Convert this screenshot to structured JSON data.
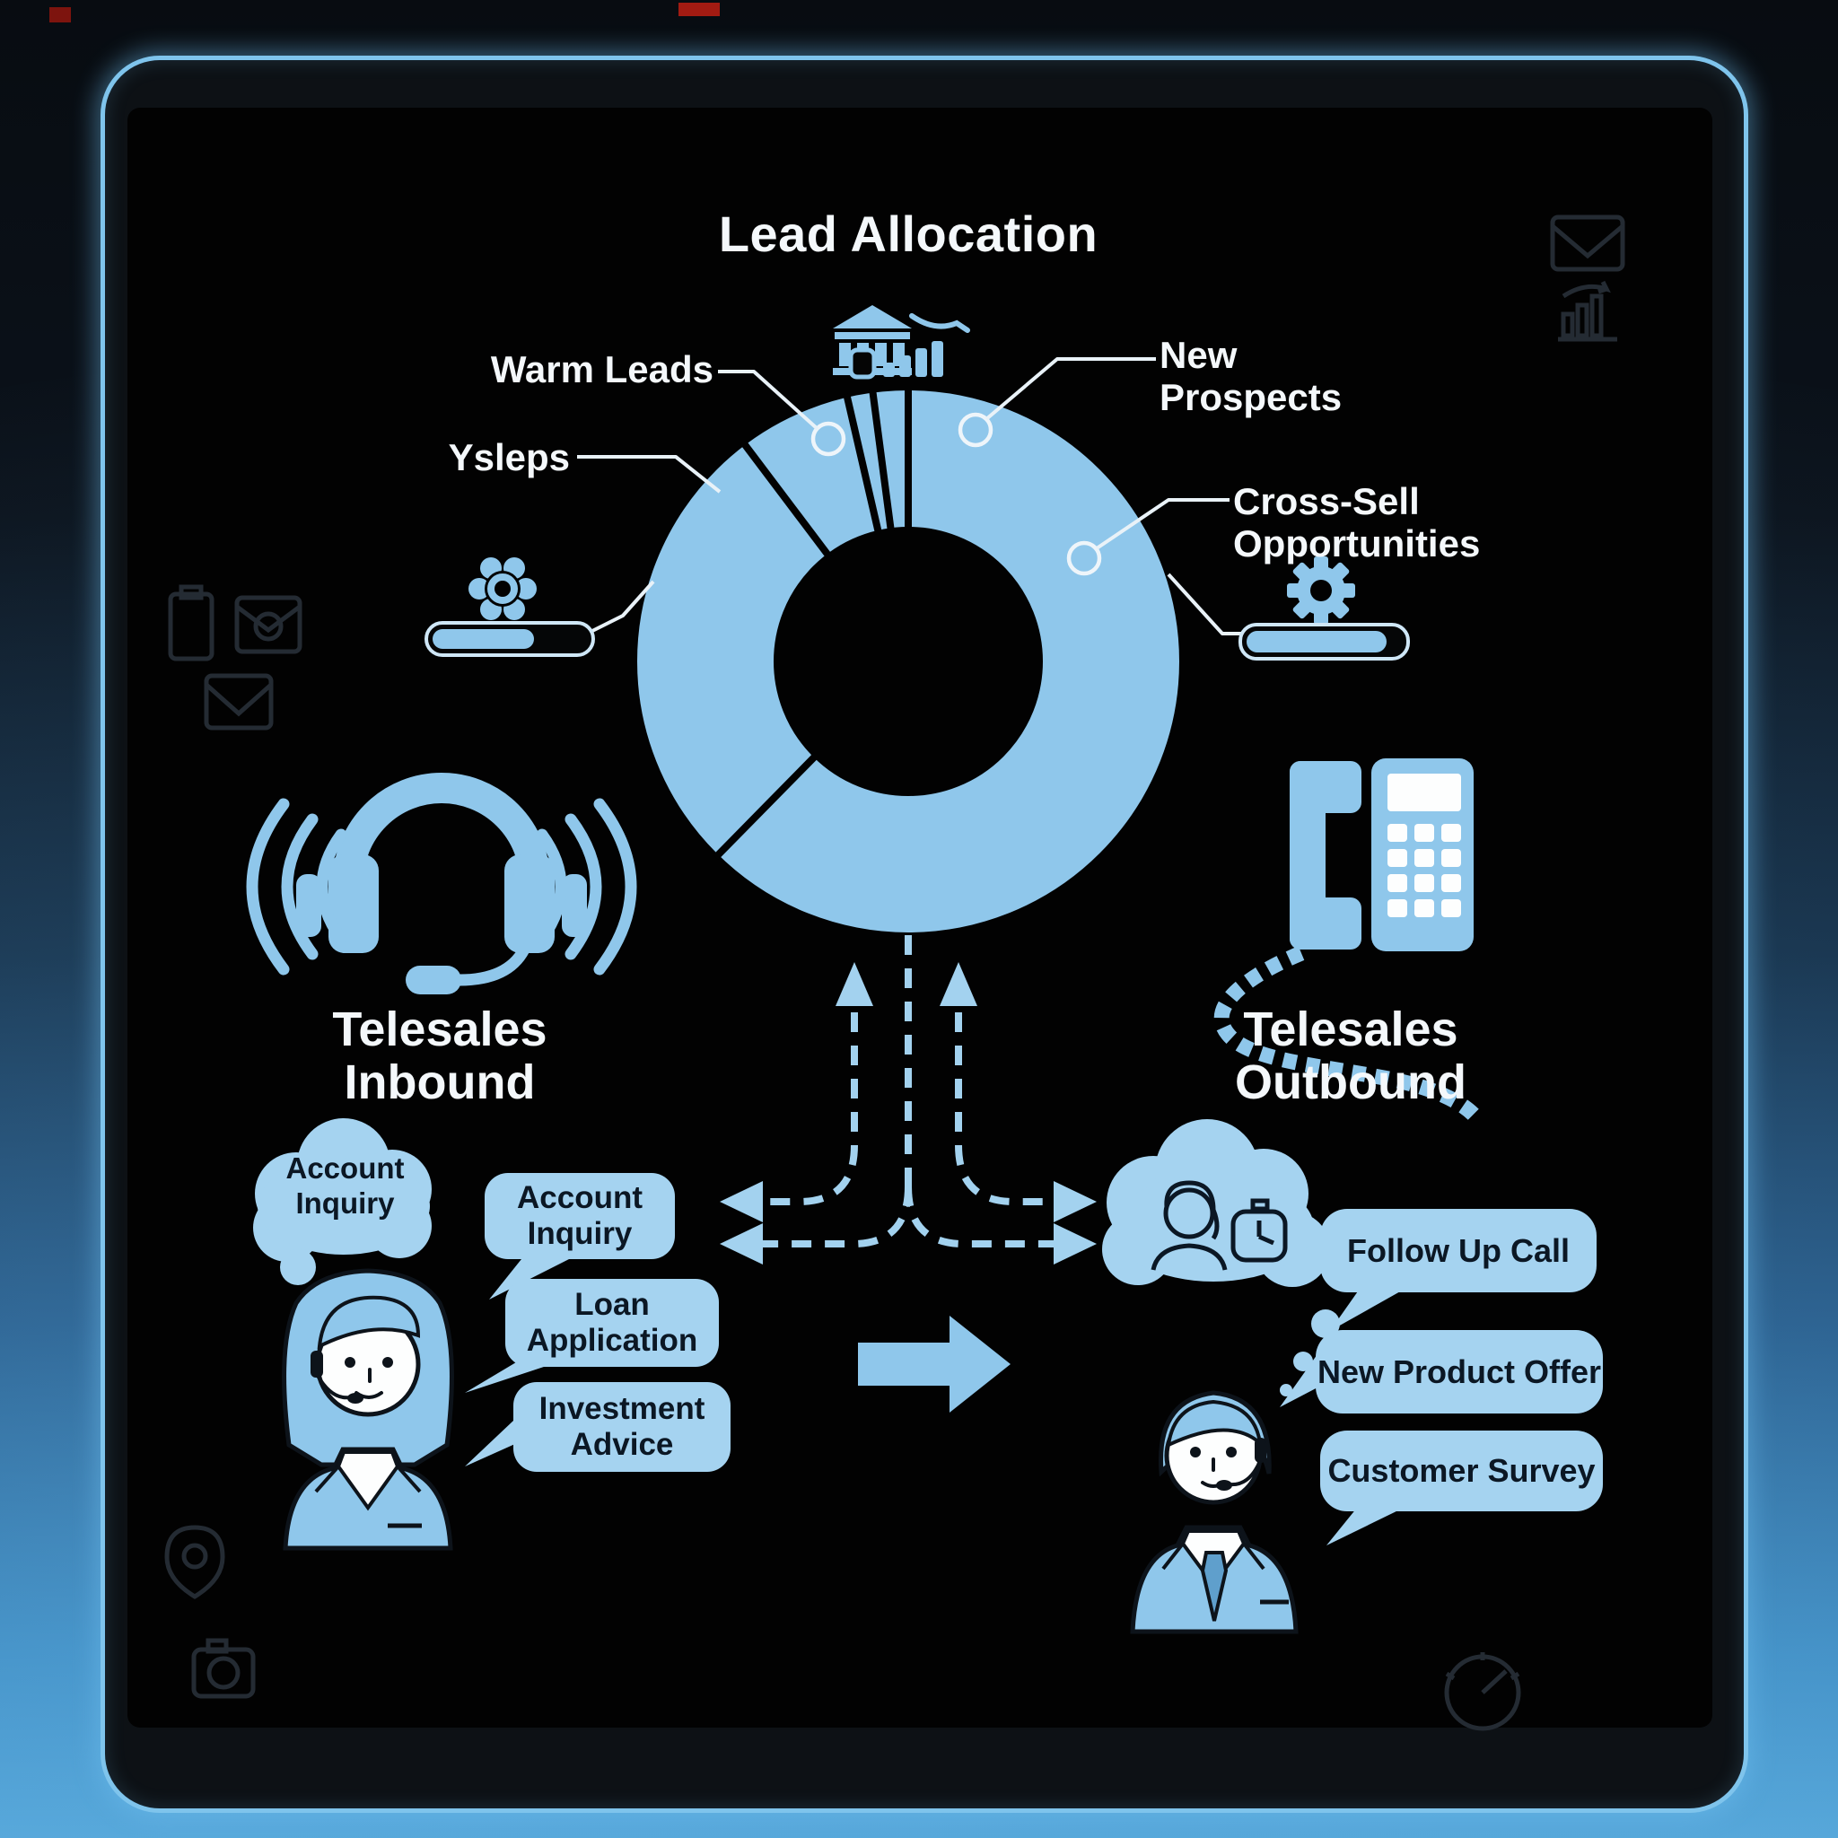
{
  "title": "Lead Allocation",
  "donut": {
    "icon": "bank-growth-chart-icon",
    "color": "#8fc7eb",
    "slice_boundary_angles_deg": [
      90,
      97.5,
      103,
      127,
      225.5
    ],
    "labels": {
      "warm_leads": "Warm Leads",
      "ysleps": "Ysleps",
      "new_prospects": "New\nProspects",
      "cross_sell": "Cross-Sell\nOpportunities"
    }
  },
  "left_panel": {
    "icon": "headset-icon",
    "gear_icon": "flower-gear-icon",
    "heading": "Telesales\nInbound",
    "progress_percent": 62,
    "thought_bubble": "Account Inquiry",
    "speech_bubbles": [
      "Account Inquiry",
      "Loan Application",
      "Investment Advice"
    ],
    "agent": "female-agent-with-headset"
  },
  "right_panel": {
    "icon": "desk-phone-icon",
    "gear_icon": "cog-gear-icon",
    "heading": "Telesales\nOutbound",
    "progress_percent": 85,
    "thought_bubble_icon": "customer-and-clock-icon",
    "speech_bubbles": [
      "Follow Up Call",
      "New Product Offer",
      "Customer Survey"
    ],
    "agent": "male-agent-with-headset"
  },
  "colors": {
    "accent_blue": "#8fc7eb",
    "bubble_blue": "#a5d3f0",
    "screen_black": "#020202",
    "frame_blue": "#7fc4ec",
    "text_light": "#f4f8fb",
    "text_dark": "#0b1724",
    "dashed_arrow": "#a3d2ef"
  },
  "background_icons": [
    "envelope-icon",
    "bar-chart-icon",
    "clipboard-icon",
    "photo-mail-icon",
    "envelope-icon",
    "location-pin-icon",
    "camera-icon",
    "gauge-icon"
  ]
}
